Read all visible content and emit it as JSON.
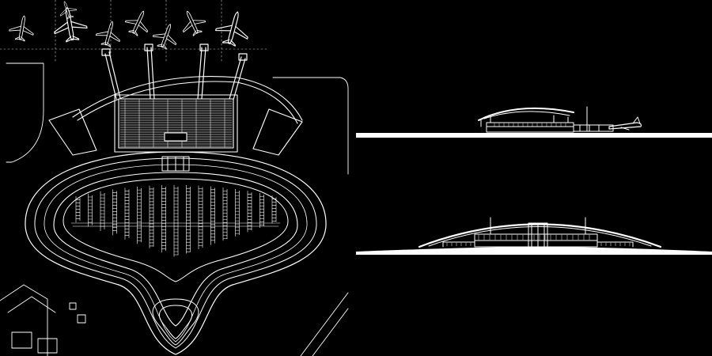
{
  "drawing": {
    "line_color": "#ffffff",
    "background_color": "#000000",
    "panels": [
      "site-plan",
      "side-elevation",
      "cross-section"
    ]
  }
}
